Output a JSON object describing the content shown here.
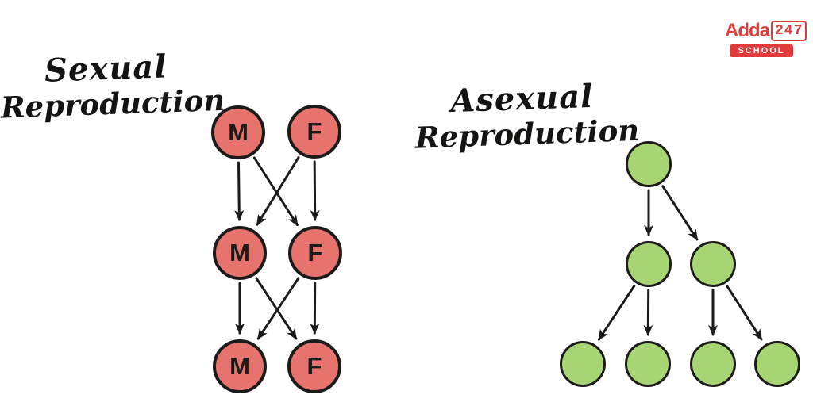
{
  "logo": {
    "brand": "Adda",
    "number": "247",
    "tagline": "SCHOOL",
    "brand_color": "#e23b3c"
  },
  "sexual": {
    "title_line1": "Sexual",
    "title_line2": "Reproduction",
    "node_color": "#e7736f",
    "node_border_color": "#1d1b1a",
    "generations": 3,
    "nodes": [
      "M",
      "F",
      "M",
      "F",
      "M",
      "F"
    ],
    "pattern": "each M and F pair crosses arrows to next generation M and F"
  },
  "asexual": {
    "title_line1": "Asexual",
    "title_line2": "Reproduction",
    "node_color": "#a8d573",
    "node_border_color": "#1d1b1a",
    "nodes_per_generation": [
      1,
      2,
      4
    ],
    "pattern": "each parent splits into two offspring"
  }
}
